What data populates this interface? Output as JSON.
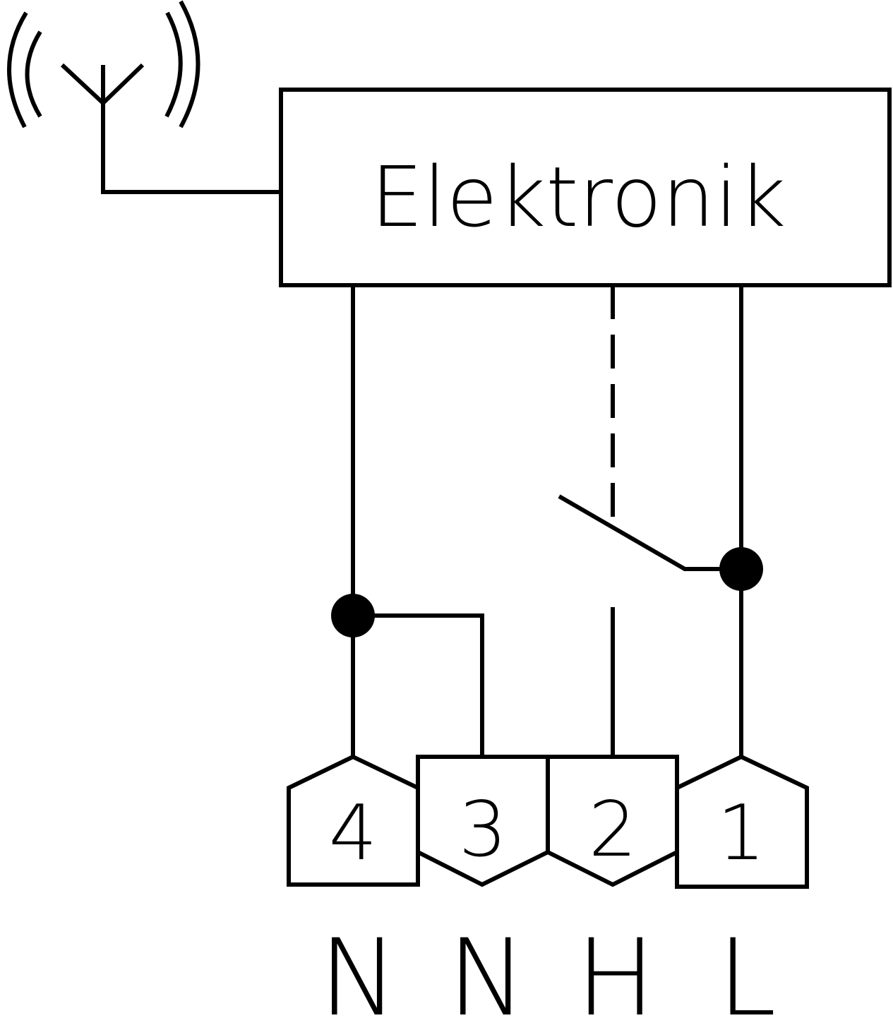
{
  "electronics_box": {
    "label": "Elektronik"
  },
  "terminals": [
    {
      "number": "4",
      "conductor": "N"
    },
    {
      "number": "3",
      "conductor": "N"
    },
    {
      "number": "2",
      "conductor": "H"
    },
    {
      "number": "1",
      "conductor": "L"
    }
  ],
  "colors": {
    "line": "#000000",
    "background": "#ffffff"
  },
  "icons": {
    "antenna": "antenna-icon"
  }
}
